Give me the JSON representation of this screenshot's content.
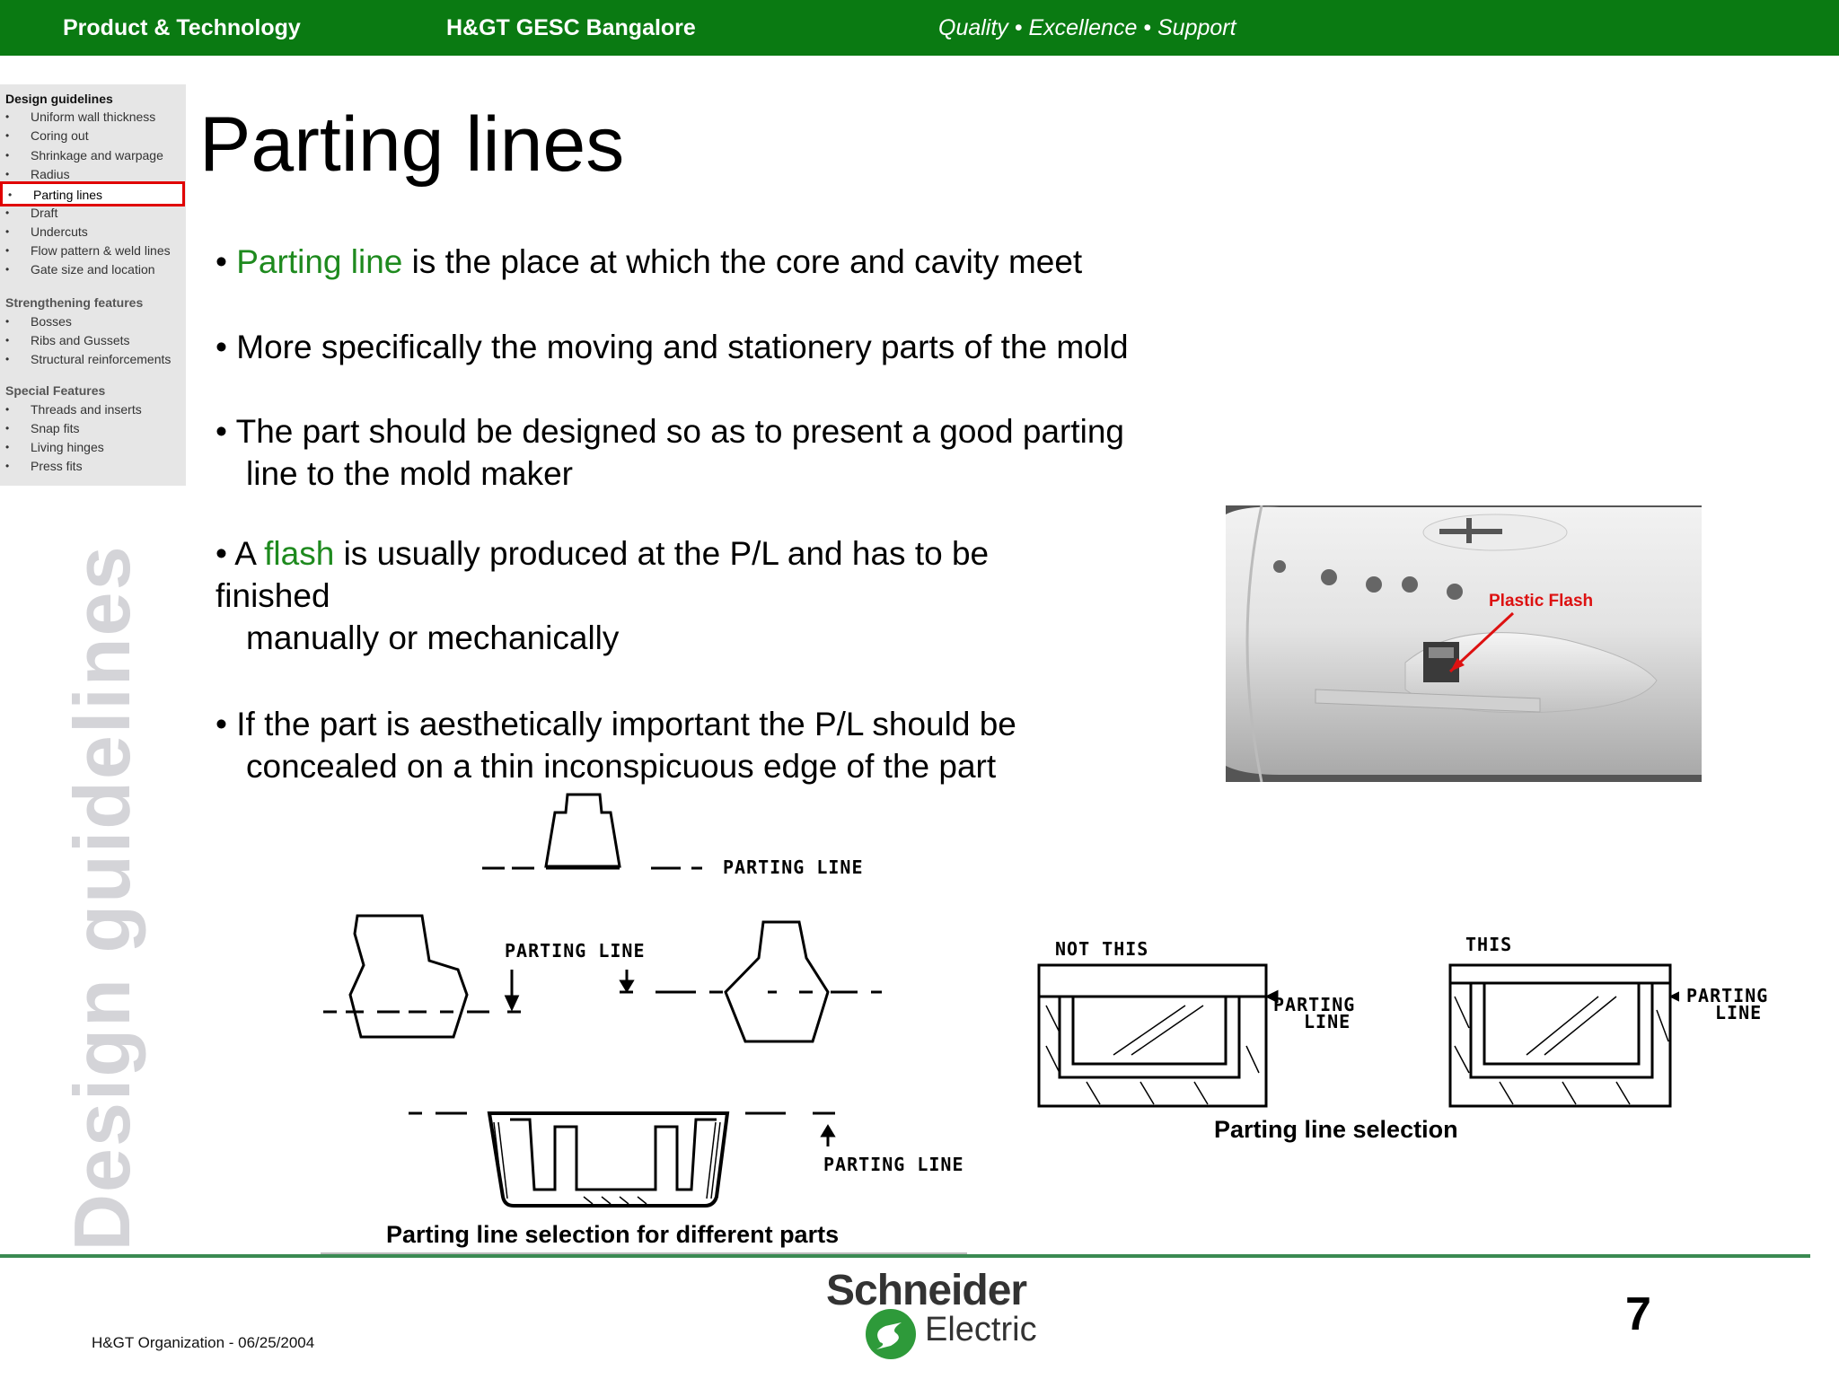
{
  "header": {
    "left": "Product & Technology",
    "middle": "H&GT GESC Bangalore",
    "right": "Quality • Excellence • Support"
  },
  "sidebar": {
    "title": "Design guidelines",
    "group1": [
      "Uniform wall thickness",
      "Coring out",
      "Shrinkage and warpage",
      "Radius",
      "Parting lines",
      "Draft",
      "Undercuts",
      "Flow pattern & weld lines",
      "Gate size and location"
    ],
    "section2": "Strengthening features",
    "group2": [
      "Bosses",
      "Ribs and Gussets",
      "Structural reinforcements"
    ],
    "section3": "Special Features",
    "group3": [
      "Threads and inserts",
      "Snap fits",
      "Living hinges",
      "Press fits"
    ],
    "bullet": "•"
  },
  "vertical_label": "Design guidelines",
  "title": "Parting lines",
  "bullets": {
    "b1_term": "Parting line",
    "b1_rest": " is the place at which the core and cavity meet",
    "b2": "More specifically the moving and stationery parts of the mold",
    "b3_line1": "The part should be designed so as to present a good parting",
    "b3_line2": "line to the mold maker",
    "b4_pre": "A ",
    "b4_term": "flash",
    "b4_rest": " is usually produced at the P/L and has to be",
    "b4_line2": "finished",
    "b4_line3": "manually or mechanically",
    "b5_line1": " If the part is aesthetically important the P/L should be",
    "b5_line2": "concealed on a thin inconspicuous edge of the part",
    "marker": "•"
  },
  "photo": {
    "label": "Plastic Flash"
  },
  "diagram_left": {
    "label_top": "PARTING LINE",
    "label_mid": "PARTING LINE",
    "label_bottom": "PARTING LINE",
    "caption": "Parting line selection for different parts"
  },
  "diagram_right": {
    "not_this": "NOT THIS",
    "this": "THIS",
    "pl1_a": "PARTING",
    "pl1_b": "LINE",
    "pl2_a": "PARTING",
    "pl2_b": "LINE",
    "caption": "Parting line selection"
  },
  "footer": {
    "left": "H&GT Organization - 06/25/2004",
    "logo_line1": "Schneider",
    "logo_line2": "Electric",
    "page_number": "7"
  }
}
